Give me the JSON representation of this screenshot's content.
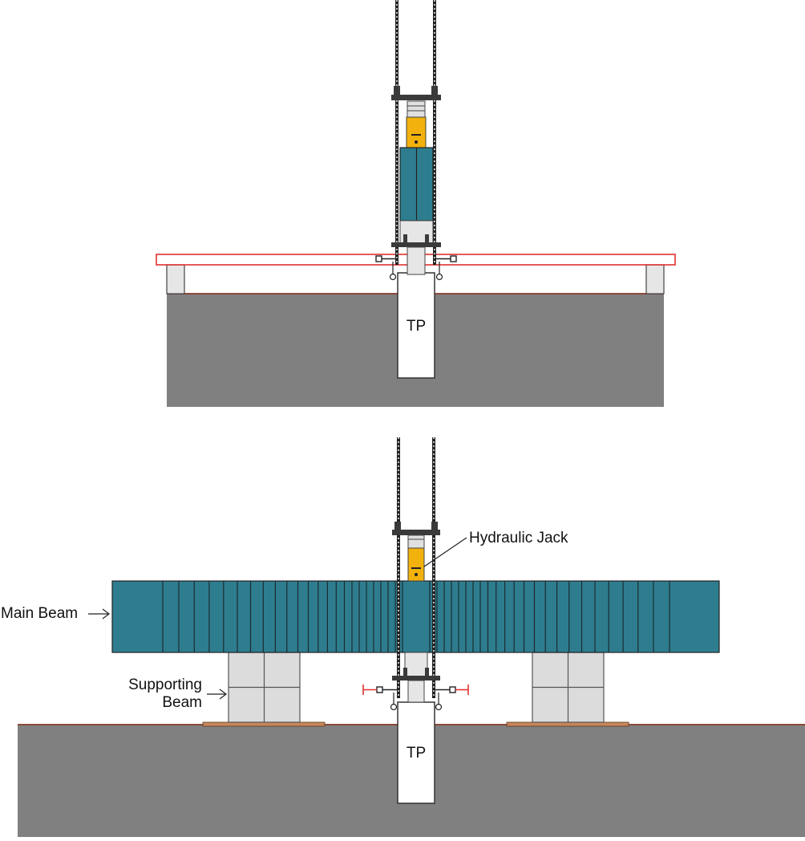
{
  "figure": {
    "labels": {
      "pile_top": "TP",
      "pile_bottom": "TP",
      "hydraulic_jack": "Hydraulic Jack",
      "main_beam": "Main Beam",
      "supporting_beam_line1": "Supporting",
      "supporting_beam_line2": "Beam"
    },
    "colors": {
      "ground": "#808080",
      "ground_line": "#8b4a3a",
      "beam_teal": "#2e7d8f",
      "jack_yellow": "#f2b10c",
      "highlight_red": "#e03030",
      "block_grey": "#dcdcdc",
      "base_plate": "#c8875a",
      "steel_dark": "#3a3a3a"
    }
  }
}
